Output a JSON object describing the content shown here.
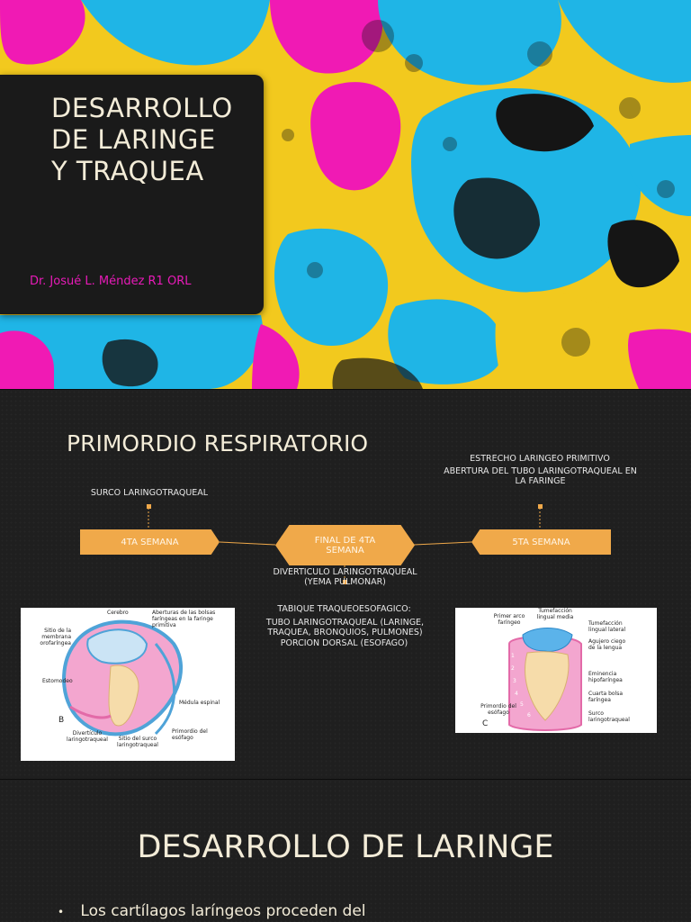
{
  "slide1": {
    "title": "DESARROLLO DE LARINGE Y TRAQUEA",
    "author": "Dr. Josué L. Méndez R1 ORL"
  },
  "slide2": {
    "title": "PRIMORDIO RESPIRATORIO",
    "surco_label": "SURCO LARINGOTRAQUEAL",
    "estrecho_label_1": "ESTRECHO LARINGEO PRIMITIVO",
    "estrecho_label_2": "ABERTURA DEL TUBO LARINGOTRAQUEAL EN LA FARINGE",
    "week4": "4TA SEMANA",
    "week_final": "FINAL DE 4TA SEMANA",
    "week5": "5TA SEMANA",
    "diverticulo": "DIVERTICULO LARINGOTRAQUEAL (YEMA PULMONAR)",
    "tabique_1": "TABIQUE TRAQUEOESOFAGICO:",
    "tabique_2": "TUBO LARINGOTRAQUEAL (LARINGE, TRAQUEA, BRONQUIOS, PULMONES)",
    "tabique_3": "PORCION DORSAL (ESOFAGO)",
    "fig_left": {
      "letter": "B",
      "labels": [
        "Cerebro",
        "Aberturas de las bolsas faríngeas en la faringe primitiva",
        "Sitio de la membrana orofaríngea",
        "Estomodeo",
        "Médula espinal",
        "Divertículo laringotraqueal",
        "Sitio del surco laringotraqueal",
        "Primordio del esófago"
      ]
    },
    "fig_right": {
      "letter": "C",
      "labels": [
        "Primer arco faríngeo",
        "Tumefacción lingual media",
        "Tumefacción lingual lateral",
        "Agujero ciego de la lengua",
        "Eminencia hipofaríngea",
        "Cuarta bolsa faríngea",
        "Primordio del esófago",
        "Surco laringotraqueal"
      ],
      "numbers": [
        "1",
        "2",
        "3",
        "4",
        "5",
        "6"
      ]
    }
  },
  "slide3": {
    "title": "DESARROLLO DE LARINGE",
    "bullet": "Los cartílagos laríngeos proceden del"
  },
  "colors": {
    "accent_orange": "#f0a94a",
    "author_magenta": "#e81ab8",
    "title_cream": "#f3ecd8"
  }
}
